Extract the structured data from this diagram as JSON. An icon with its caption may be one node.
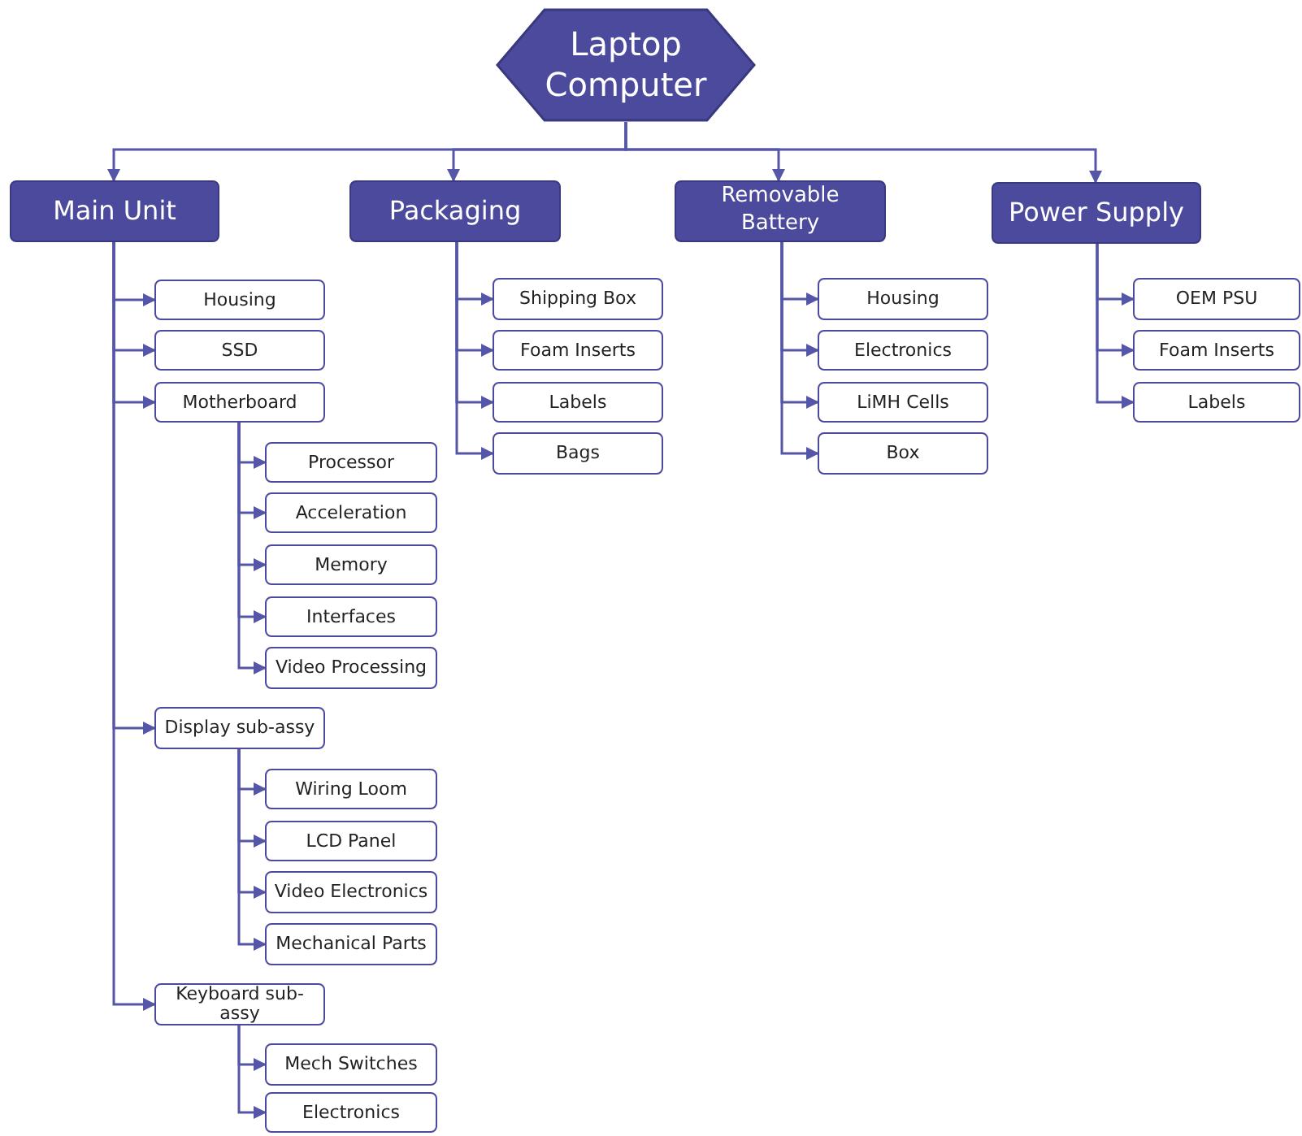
{
  "diagram": {
    "nodes": [
      {
        "text": [
          "Laptop Computer"
        ]
      },
      {
        "text": [
          "Main Unit"
        ]
      },
      {
        "text": [
          "Packaging"
        ]
      },
      {
        "text": [
          "Removable Battery"
        ]
      },
      {
        "text": [
          "Power Supply"
        ]
      },
      {
        "text": [
          "Housing"
        ]
      },
      {
        "text": [
          "SSD"
        ]
      },
      {
        "text": [
          "Motherboard"
        ]
      },
      {
        "text": [
          "Processor"
        ]
      },
      {
        "text": [
          "Acceleration"
        ]
      },
      {
        "text": [
          "Memory"
        ]
      },
      {
        "text": [
          "Interfaces"
        ]
      },
      {
        "text": [
          "Video Processing"
        ]
      },
      {
        "text": [
          "Display sub-assy"
        ]
      },
      {
        "text": [
          "Wiring Loom"
        ]
      },
      {
        "text": [
          "LCD Panel"
        ]
      },
      {
        "text": [
          "Video Electronics"
        ]
      },
      {
        "text": [
          "Mechanical Parts"
        ]
      },
      {
        "text": [
          "Keyboard sub-assy"
        ]
      },
      {
        "text": [
          "Mech Switches"
        ]
      },
      {
        "text": [
          "Electronics"
        ]
      },
      {
        "text": [
          "Shipping Box"
        ]
      },
      {
        "text": [
          "Foam Inserts"
        ]
      },
      {
        "text": [
          "Labels"
        ]
      },
      {
        "text": [
          "Bags"
        ]
      },
      {
        "text": [
          "Housing"
        ]
      },
      {
        "text": [
          "Electronics"
        ]
      },
      {
        "text": [
          "LiMH Cells"
        ]
      },
      {
        "text": [
          "Box"
        ]
      },
      {
        "text": [
          "OEM PSU"
        ]
      },
      {
        "text": [
          "Foam Inserts"
        ]
      },
      {
        "text": [
          "Labels"
        ]
      }
    ],
    "edges": [
      {
        "from": 0,
        "to": 1,
        "arrow": "to"
      },
      {
        "from": 0,
        "to": 2,
        "arrow": "to"
      },
      {
        "from": 0,
        "to": 3,
        "arrow": "to"
      },
      {
        "from": 0,
        "to": 4,
        "arrow": "to"
      },
      {
        "from": 1,
        "to": 5,
        "arrow": "to"
      },
      {
        "from": 1,
        "to": 6,
        "arrow": "to"
      },
      {
        "from": 1,
        "to": 7,
        "arrow": "to"
      },
      {
        "from": 7,
        "to": 8,
        "arrow": "to"
      },
      {
        "from": 7,
        "to": 9,
        "arrow": "to"
      },
      {
        "from": 7,
        "to": 10,
        "arrow": "to"
      },
      {
        "from": 7,
        "to": 11,
        "arrow": "to"
      },
      {
        "from": 7,
        "to": 12,
        "arrow": "to"
      },
      {
        "from": 1,
        "to": 13,
        "arrow": "to"
      },
      {
        "from": 13,
        "to": 14,
        "arrow": "to"
      },
      {
        "from": 13,
        "to": 15,
        "arrow": "to"
      },
      {
        "from": 13,
        "to": 16,
        "arrow": "to"
      },
      {
        "from": 13,
        "to": 17,
        "arrow": "to"
      },
      {
        "from": 1,
        "to": 18,
        "arrow": "to"
      },
      {
        "from": 18,
        "to": 19,
        "arrow": "to"
      },
      {
        "from": 18,
        "to": 20,
        "arrow": "to"
      },
      {
        "from": 2,
        "to": 21,
        "arrow": "to"
      },
      {
        "from": 2,
        "to": 22,
        "arrow": "to"
      },
      {
        "from": 2,
        "to": 23,
        "arrow": "to"
      },
      {
        "from": 2,
        "to": 24,
        "arrow": "to"
      },
      {
        "from": 3,
        "to": 25,
        "arrow": "to"
      },
      {
        "from": 3,
        "to": 26,
        "arrow": "to"
      },
      {
        "from": 3,
        "to": 27,
        "arrow": "to"
      },
      {
        "from": 3,
        "to": 28,
        "arrow": "to"
      },
      {
        "from": 4,
        "to": 29,
        "arrow": "to"
      },
      {
        "from": 4,
        "to": 30,
        "arrow": "to"
      },
      {
        "from": 4,
        "to": 31,
        "arrow": "to"
      }
    ]
  }
}
